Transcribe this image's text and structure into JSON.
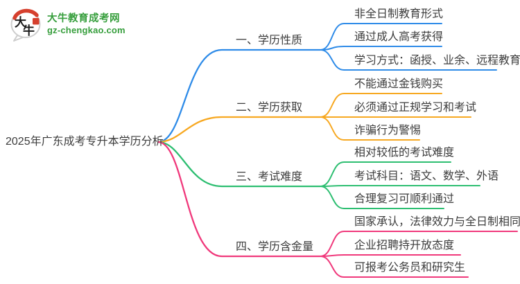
{
  "logo": {
    "bubble_chars_top": "大",
    "bubble_chars_bottom": "牛",
    "site_name": "大牛教育成考网",
    "site_url": "gz-chengkao.com",
    "brand_green": "#369E3C",
    "seal_red": "#D6402E",
    "bubble_outline": "#CDCDCD"
  },
  "title": "2025年广东成考专升本学历分析",
  "branches": [
    {
      "label": "一、学历性质",
      "color": "#2E8BE8",
      "leaves": [
        "非全日制教育形式",
        "通过成人高考获得",
        "学习方式：函授、业余、远程教育"
      ]
    },
    {
      "label": "二、学历获取",
      "color": "#F7A821",
      "leaves": [
        "不能通过金钱购买",
        "必须通过正规学习和考试",
        "诈骗行为警惕"
      ]
    },
    {
      "label": "三、考试难度",
      "color": "#2DBE71",
      "leaves": [
        "相对较低的考试难度",
        "考试科目：语文、数学、外语",
        "合理复习可顺利通过"
      ]
    },
    {
      "label": "四、学历含金量",
      "color": "#F0387B",
      "leaves": [
        "国家承认，法律效力与全日制相同",
        "企业招聘持开放态度",
        "可报考公务员和研究生"
      ]
    }
  ]
}
